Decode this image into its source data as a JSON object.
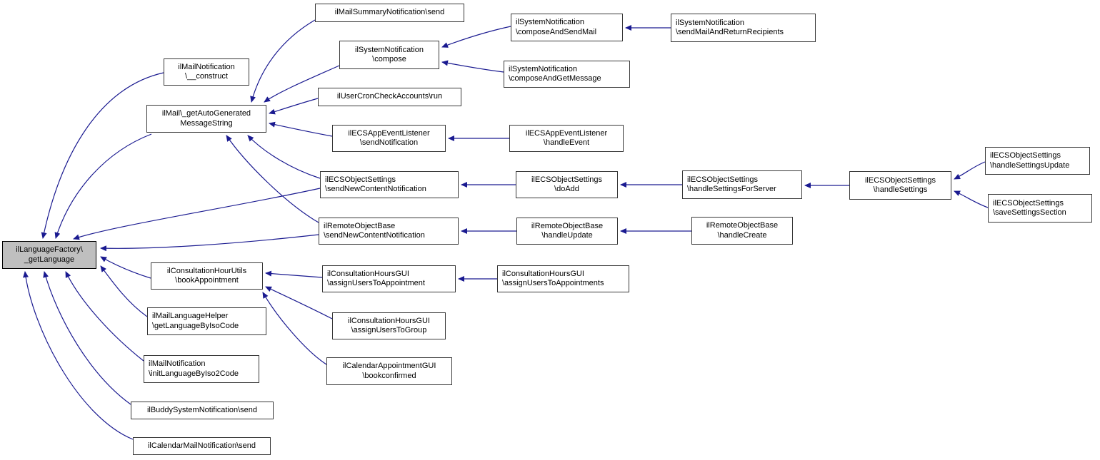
{
  "diagram": {
    "type": "doxygen-caller-graph",
    "root_function": "ilLanguageFactory\\_getLanguage",
    "colors": {
      "background": "#ffffff",
      "edge": "#1a1a90",
      "node_border": "#383838",
      "node_fill": "#ffffff",
      "root_fill": "#bfbfbf",
      "root_border": "#000000",
      "text": "#000000"
    },
    "nodes": {
      "root": {
        "label": "ilLanguageFactory\\\n_getLanguage"
      },
      "mail_construct": {
        "label": "ilMailNotification\n\\__construct"
      },
      "mail_get_auto": {
        "label": "ilMail\\_getAutoGenerated\nMessageString"
      },
      "mail_summary_send": {
        "label": "ilMailSummaryNotification\\send"
      },
      "sysnotif_compose": {
        "label": "ilSystemNotification\n\\compose"
      },
      "usercron_run": {
        "label": "ilUserCronCheckAccounts\\run"
      },
      "sysnotif_compose_send": {
        "label": "ilSystemNotification\n\\composeAndSendMail"
      },
      "sysnotif_send_return": {
        "label": "ilSystemNotification\n\\sendMailAndReturnRecipients"
      },
      "sysnotif_compose_get": {
        "label": "ilSystemNotification\n\\composeAndGetMessage"
      },
      "ecsapp_send_notif": {
        "label": "ilECSAppEventListener\n\\sendNotification"
      },
      "ecsapp_handle_event": {
        "label": "ilECSAppEventListener\n\\handleEvent"
      },
      "ecsobj_send_new": {
        "label": "ilECSObjectSettings\n\\sendNewContentNotification"
      },
      "ecsobj_do_add": {
        "label": "ilECSObjectSettings\n\\doAdd"
      },
      "ecsobj_handle_server": {
        "label": "ilECSObjectSettings\n\\handleSettingsForServer"
      },
      "ecsobj_handle_settings": {
        "label": "ilECSObjectSettings\n\\handleSettings"
      },
      "ecsobj_handle_update": {
        "label": "ilECSObjectSettings\n\\handleSettingsUpdate"
      },
      "ecsobj_save_section": {
        "label": "ilECSObjectSettings\n\\saveSettingsSection"
      },
      "remote_send_new": {
        "label": "ilRemoteObjectBase\n\\sendNewContentNotification"
      },
      "remote_handle_update": {
        "label": "ilRemoteObjectBase\n\\handleUpdate"
      },
      "remote_handle_create": {
        "label": "ilRemoteObjectBase\n\\handleCreate"
      },
      "consult_book": {
        "label": "ilConsultationHourUtils\n\\bookAppointment"
      },
      "consult_assign_appt": {
        "label": "ilConsultationHoursGUI\n\\assignUsersToAppointment"
      },
      "consult_assign_appts": {
        "label": "ilConsultationHoursGUI\n\\assignUsersToAppointments"
      },
      "consult_assign_group": {
        "label": "ilConsultationHoursGUI\n\\assignUsersToGroup"
      },
      "mail_lang_helper": {
        "label": "ilMailLanguageHelper\n\\getLanguageByIsoCode"
      },
      "mail_init_lang": {
        "label": "ilMailNotification\n\\initLanguageByIso2Code"
      },
      "cal_appt_book": {
        "label": "ilCalendarAppointmentGUI\n\\bookconfirmed"
      },
      "buddy_send": {
        "label": "ilBuddySystemNotification\\send"
      },
      "cal_mail_send": {
        "label": "ilCalendarMailNotification\\send"
      }
    },
    "edges": [
      {
        "from": "mail_construct",
        "to": "root"
      },
      {
        "from": "mail_get_auto",
        "to": "root"
      },
      {
        "from": "ecsobj_send_new",
        "to": "root"
      },
      {
        "from": "remote_send_new",
        "to": "root"
      },
      {
        "from": "consult_book",
        "to": "root"
      },
      {
        "from": "mail_lang_helper",
        "to": "root"
      },
      {
        "from": "mail_init_lang",
        "to": "root"
      },
      {
        "from": "buddy_send",
        "to": "root"
      },
      {
        "from": "cal_mail_send",
        "to": "root"
      },
      {
        "from": "mail_summary_send",
        "to": "mail_get_auto"
      },
      {
        "from": "sysnotif_compose",
        "to": "mail_get_auto"
      },
      {
        "from": "usercron_run",
        "to": "mail_get_auto"
      },
      {
        "from": "ecsapp_send_notif",
        "to": "mail_get_auto"
      },
      {
        "from": "ecsobj_send_new",
        "to": "mail_get_auto"
      },
      {
        "from": "remote_send_new",
        "to": "mail_get_auto"
      },
      {
        "from": "sysnotif_compose_send",
        "to": "sysnotif_compose"
      },
      {
        "from": "sysnotif_compose_get",
        "to": "sysnotif_compose"
      },
      {
        "from": "sysnotif_send_return",
        "to": "sysnotif_compose_send"
      },
      {
        "from": "ecsapp_handle_event",
        "to": "ecsapp_send_notif"
      },
      {
        "from": "ecsobj_do_add",
        "to": "ecsobj_send_new"
      },
      {
        "from": "ecsobj_handle_server",
        "to": "ecsobj_do_add"
      },
      {
        "from": "ecsobj_handle_settings",
        "to": "ecsobj_handle_server"
      },
      {
        "from": "ecsobj_handle_update",
        "to": "ecsobj_handle_settings"
      },
      {
        "from": "ecsobj_save_section",
        "to": "ecsobj_handle_settings"
      },
      {
        "from": "remote_handle_update",
        "to": "remote_send_new"
      },
      {
        "from": "remote_handle_create",
        "to": "remote_handle_update"
      },
      {
        "from": "consult_assign_appt",
        "to": "consult_book"
      },
      {
        "from": "consult_assign_group",
        "to": "consult_book"
      },
      {
        "from": "cal_appt_book",
        "to": "consult_book"
      },
      {
        "from": "consult_assign_appts",
        "to": "consult_assign_appt"
      }
    ]
  }
}
